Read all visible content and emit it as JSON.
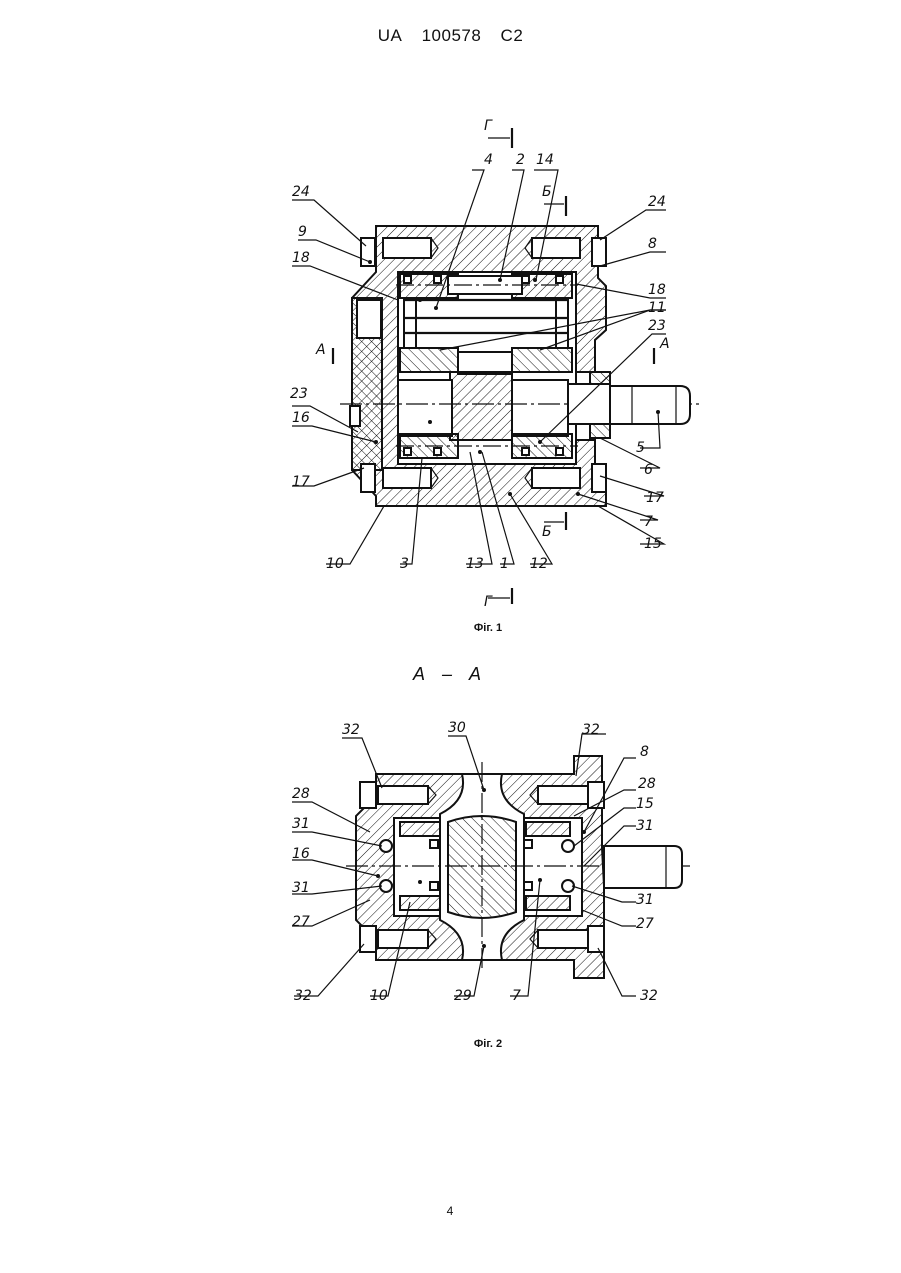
{
  "header": {
    "country": "UA",
    "number": "100578",
    "kind": "C2"
  },
  "figure1": {
    "caption": "Фіг. 1",
    "labels": [
      "1",
      "2",
      "3",
      "4",
      "5",
      "6",
      "7",
      "8",
      "9",
      "10",
      "11",
      "12",
      "13",
      "14",
      "15",
      "16",
      "17",
      "17",
      "18",
      "18",
      "23",
      "23",
      "24",
      "24"
    ],
    "section_marks": [
      "Г",
      "Г",
      "Б",
      "Б",
      "А",
      "А"
    ]
  },
  "figure2": {
    "section_title": "А – А",
    "caption": "Фіг. 2",
    "labels": [
      "32",
      "30",
      "32",
      "8",
      "28",
      "31",
      "15",
      "28",
      "31",
      "16",
      "31",
      "27",
      "31",
      "27",
      "32",
      "10",
      "29",
      "7",
      "32"
    ]
  },
  "page_number": "4"
}
